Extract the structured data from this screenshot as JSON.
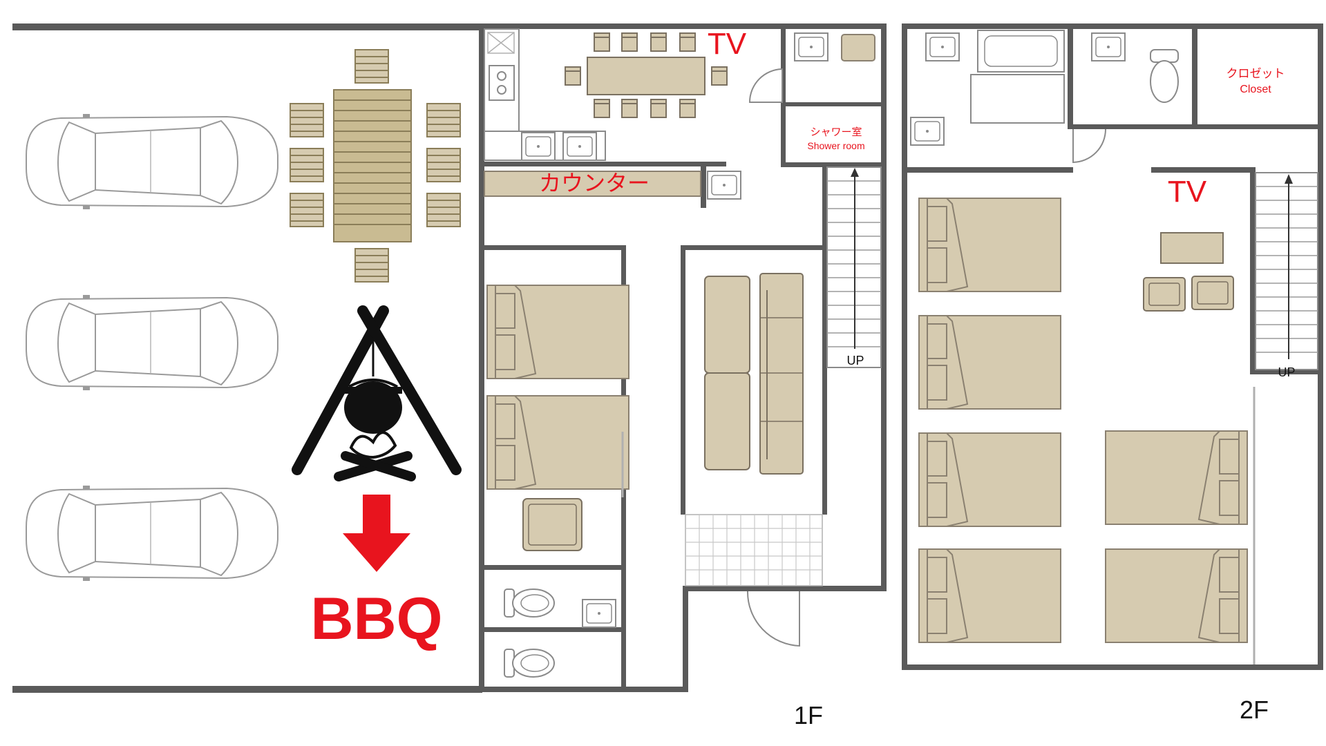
{
  "floors": {
    "first": "1F",
    "second": "2F"
  },
  "labels": {
    "tv_1f": "TV",
    "tv_2f": "TV",
    "counter": "カウンター",
    "shower_jp": "シャワー室",
    "shower_en": "Shower room",
    "closet_jp": "クロゼット",
    "closet_en": "Closet",
    "up_1f": "UP",
    "up_2f": "UP",
    "bbq": "BBQ"
  },
  "colors": {
    "wall": "#5a5a5a",
    "furniture": "#d6cbb0",
    "wood": "#c9bb92",
    "accent_red": "#e8141e",
    "text": "#111111"
  },
  "icons": [
    "car-icon",
    "picnic-table-icon",
    "campfire-pot-icon",
    "down-arrow-icon",
    "toilet-icon",
    "sink-icon",
    "bathtub-icon",
    "stove-icon",
    "door-swing-icon",
    "stairs-icon"
  ]
}
